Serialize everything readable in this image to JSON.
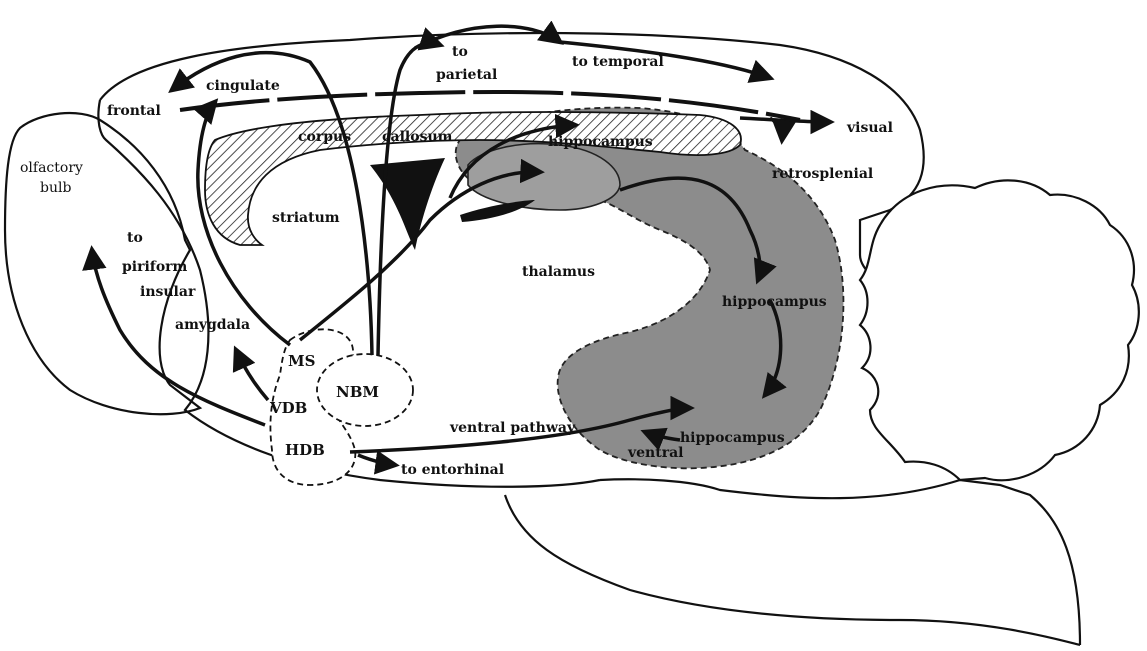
{
  "colors": {
    "outline": "#111111",
    "hippocampus_fill": "#8c8c8c",
    "hatch": "#222222",
    "background": "#ffffff"
  },
  "labels": {
    "olfactory": "olfactory",
    "bulb": "bulb",
    "frontal": "frontal",
    "cingulate": "cingulate",
    "to_parietal_1": "to",
    "to_parietal_2": "parietal",
    "to_temporal": "to temporal",
    "visual": "visual",
    "retrosplenial": "retrosplenial",
    "corpus": "corpus",
    "callosum": "callosum",
    "hippocampus_top": "hippocampus",
    "striatum": "striatum",
    "thalamus": "thalamus",
    "to_piriform_1": "to",
    "to_piriform_2": "piriform",
    "insular": "insular",
    "amygdala": "amygdala",
    "ms": "MS",
    "vdb": "VDB",
    "hdb": "HDB",
    "nbm": "NBM",
    "hippocampus_mid": "hippocampus",
    "ventral_pathway": "ventral pathway",
    "hippocampus_ventral": "hippocampus",
    "ventral": "ventral",
    "to_entorhinal": "to entorhinal"
  }
}
